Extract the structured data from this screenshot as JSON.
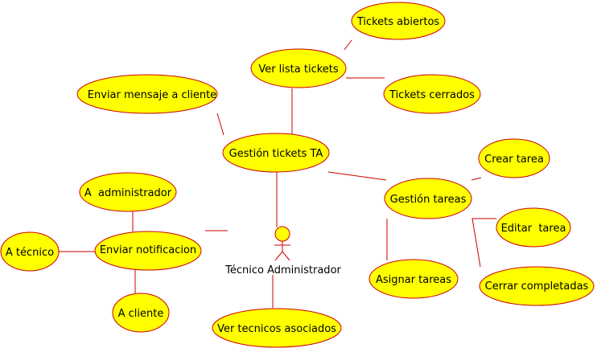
{
  "colors": {
    "usecase_fill": "#ffff00",
    "usecase_stroke": "#cc0000",
    "line": "#cc0000",
    "text": "#000000",
    "background": "#ffffff"
  },
  "actor": {
    "label": "Técnico Administrador"
  },
  "usecases": {
    "tickets_abiertos": "Tickets abiertos",
    "ver_lista_tickets": "Ver lista tickets",
    "tickets_cerrados": "Tickets cerrados",
    "enviar_mensaje_cliente": "Enviar mensaje a cliente",
    "gestion_tickets_ta": "Gestión tickets TA",
    "crear_tarea": "Crear tarea",
    "a_administrador": "A  administrador",
    "gestion_tareas": "Gestión tareas",
    "editar_tarea": "Editar  tarea",
    "a_tecnico": "A técnico",
    "enviar_notificacion": "Enviar notificacion",
    "asignar_tareas": "Asignar tareas",
    "cerrar_completadas": "Cerrar completadas",
    "a_cliente": "A cliente",
    "ver_tecnicos_asociados": "Ver tecnicos asociados"
  }
}
